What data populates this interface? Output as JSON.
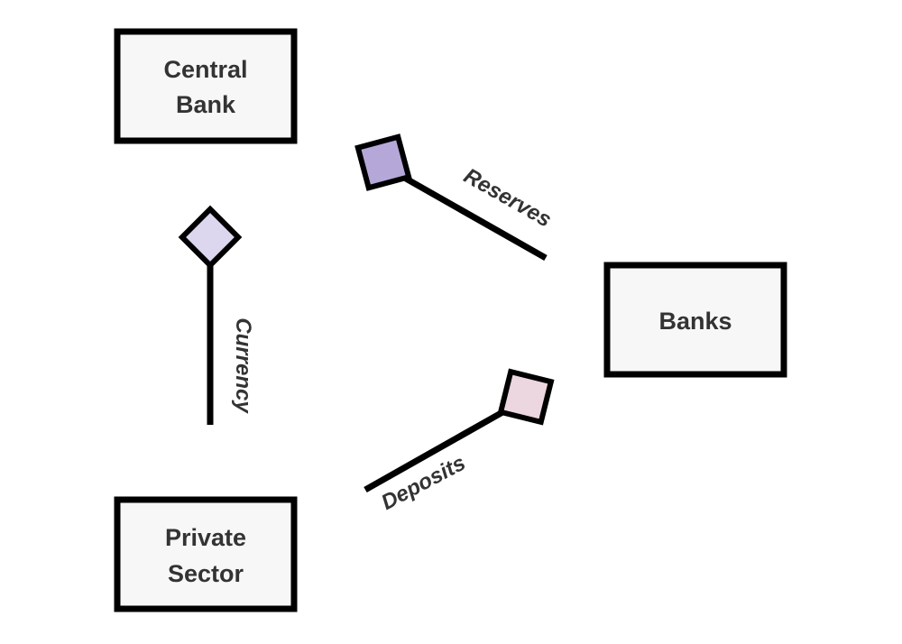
{
  "nodes": {
    "central_bank": {
      "line1": "Central",
      "line2": "Bank"
    },
    "banks": {
      "label": "Banks"
    },
    "private_sector": {
      "line1": "Private",
      "line2": "Sector"
    }
  },
  "edges": {
    "reserves": {
      "label": "Reserves",
      "marker_color": "#b5a8d8"
    },
    "currency": {
      "label": "Currency",
      "marker_color": "#dcd6ee"
    },
    "deposits": {
      "label": "Deposits",
      "marker_color": "#ecd6e0"
    }
  }
}
